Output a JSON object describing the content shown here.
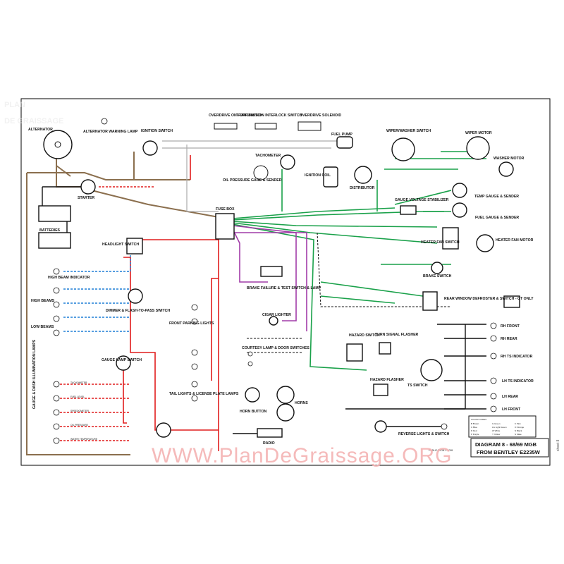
{
  "diagram": {
    "title_line1": "DIAGRAM 8 - 68/69 MGB",
    "title_line2": "FROM BENTLEY E2235W",
    "sheet_tag": "sheet 8",
    "watermark": "WWW.PlanDeGraissage.ORG",
    "logo_line1": "PLAN",
    "logo_line2": "DE GRAISSAGE",
    "publication": "PUBLICATION © 2005",
    "colors": {
      "brown": "#8b6f4e",
      "red": "#e11d1d",
      "green": "#1aa14a",
      "purple": "#a13ca8",
      "blue": "#1f7fd6",
      "black": "#111111",
      "watermark": "#f4b3b3"
    }
  },
  "components": {
    "alternator": "ALTERNATOR",
    "alternator_warning_lamp": "ALTERNATOR WARNING LAMP",
    "ignition_switch": "IGNITION SWITCH",
    "overdrive_switch": "OVERDRIVE ON - OFF SWITCH",
    "transmission_switch": "TRANSMISSION INTERLOCK SWITCH",
    "overdrive_solenoid": "OVERDRIVE SOLENOID",
    "fuel_pump": "FUEL PUMP",
    "wiper_washer_switch": "WIPER/WASHER SWITCH",
    "wiper_motor": "WIPER MOTOR",
    "washer_motor": "WASHER MOTOR",
    "tachometer": "TACHOMETER",
    "oil_pressure": "OIL PRESSURE GAGE & SENDER",
    "ignition_coil": "IGNITION COIL",
    "distributor": "DISTRIBUTOR",
    "starter": "STARTER",
    "batteries": "BATTERIES",
    "fuse_box": "FUSE BOX",
    "gauge_voltage_stabilizer": "GAUGE VOLTAGE STABILIZER",
    "temp_gauge": "TEMP GAUGE & SENDER",
    "fuel_gauge": "FUEL GAUGE & SENDER",
    "headlight_switch": "HEADLIGHT SWITCH",
    "heater_fan_switch": "HEATER FAN SWITCH",
    "heater_fan_motor": "HEATER FAN MOTOR",
    "high_beam_indicator": "HIGH BEAM INDICATOR",
    "high_beams": "HIGH BEAMS",
    "low_beams": "LOW BEAMS",
    "dimmer_switch": "DIMMER & FLASH-TO-PASS SWITCH",
    "brake_failure": "BRAKE FAILURE & TEST SWITCH & LAMP",
    "brake_switch": "BRAKE SWITCH",
    "rear_window_defroster": "REAR WINDOW DEFROSTER & SWITCH - GT ONLY",
    "cigar_lighter": "CIGAR LIGHTER",
    "front_parking_lights": "FRONT PARKING LIGHTS",
    "hazard_switch": "HAZARD SWITCH",
    "turn_signal_flasher": "TURN SIGNAL FLASHER",
    "rh_front": "RH FRONT",
    "rh_rear": "RH REAR",
    "rh_ts_indicator": "RH TS INDICATOR",
    "gauge_lamp_switch": "GAUGE LAMP SWITCH",
    "courtesy_lamp": "COURTESY LAMP & DOOR SWITCHES",
    "tail_lights": "TAIL LIGHTS & LICENSE PLATE LAMPS",
    "hazard_flasher": "HAZARD FLASHER",
    "ts_switch": "TS SWITCH",
    "lh_ts_indicator": "LH TS INDICATOR",
    "lh_rear": "LH REAR",
    "lh_front": "LH FRONT",
    "horn_button": "HORN BUTTON",
    "horns": "HORNS",
    "gauge_dash_lamps": "GAUGE & DASH ILLUMINATION LAMPS",
    "radio": "RADIO",
    "reverse_lights": "REVERSE LIGHTS & SWITCH"
  },
  "dash_lamps": [
    "TACHOMETER",
    "FUEL LEVEL",
    "SPEEDOMETER",
    "OIL PRESSURE",
    "WATER TEMPERATURE"
  ],
  "legend": {
    "heading": "COLOR CODES",
    "items": [
      "B Brown",
      "U Blue",
      "R Red",
      "P Purple",
      "G Green",
      "LG Light Green",
      "W White",
      "Y Yellow",
      "K Pink",
      "O Orange",
      "N Black",
      "S Slate"
    ]
  }
}
